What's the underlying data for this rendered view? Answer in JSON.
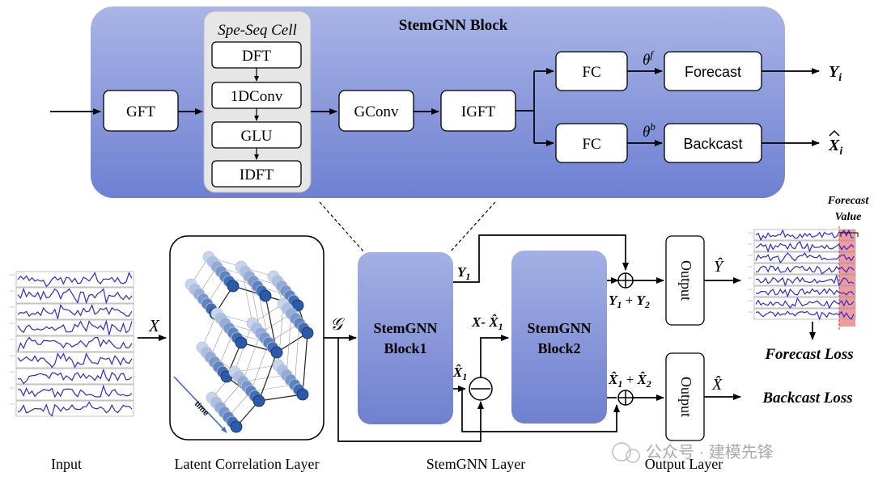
{
  "top_block": {
    "title": "StemGNN Block",
    "spe_seq_title": "Spe-Seq Cell",
    "spe_seq_items": [
      "DFT",
      "1DConv",
      "GLU",
      "IDFT"
    ],
    "gft": "GFT",
    "gconv": "GConv",
    "igft": "IGFT",
    "fc_top": "FC",
    "fc_bottom": "FC",
    "forecast": "Forecast",
    "backcast": "Backcast",
    "theta_f": "θ",
    "theta_f_sup": "f",
    "theta_b": "θ",
    "theta_b_sup": "b",
    "out_y": "Y",
    "out_y_sub": "i",
    "out_x": "X",
    "out_x_sub": "i"
  },
  "bottom": {
    "input_label": "Input",
    "latent_label": "Latent Correlation Layer",
    "stemgnn_label": "StemGNN Layer",
    "output_layer_label": "Output Layer",
    "x_symbol": "X",
    "g_symbol": "𝒢",
    "time_label": "time",
    "block1_line1": "StemGNN",
    "block1_line2": "Block1",
    "block2_line1": "StemGNN",
    "block2_line2": "Block2",
    "y1": "Y",
    "y1_sub": "1",
    "x_minus_x1": "X- X̂",
    "x_minus_x1_sub": "1",
    "x1_hat": "X̂",
    "x1_hat_sub": "1",
    "y1_plus_y2": "Y",
    "y1_plus_y2_a": "1",
    "y1_plus_y2_b": "2",
    "x1_plus_x2": "X̂",
    "x1_plus_x2_a": "1",
    "x1_plus_x2_b": "2",
    "output_top": "Output",
    "output_bottom": "Output",
    "y_hat": "Ŷ",
    "x_hat": "X̂",
    "forecast_value": "Forecast Value",
    "forecast_value_l1": "Forecast",
    "forecast_value_l2": "Value",
    "forecast_loss": "Forecast Loss",
    "backcast_loss": "Backcast Loss",
    "watermark": "公众号 · 建模先锋"
  },
  "colors": {
    "block_fill_top": "#9aa8e0",
    "block_fill_bottom": "#6b7cd0",
    "spe_fill": "#e6e6e6",
    "series_line": "#2a2ad8",
    "forecast_highlight": "#f08a8a",
    "node_blue": "#2a5aa8",
    "node_light": "#c8d4ec"
  }
}
